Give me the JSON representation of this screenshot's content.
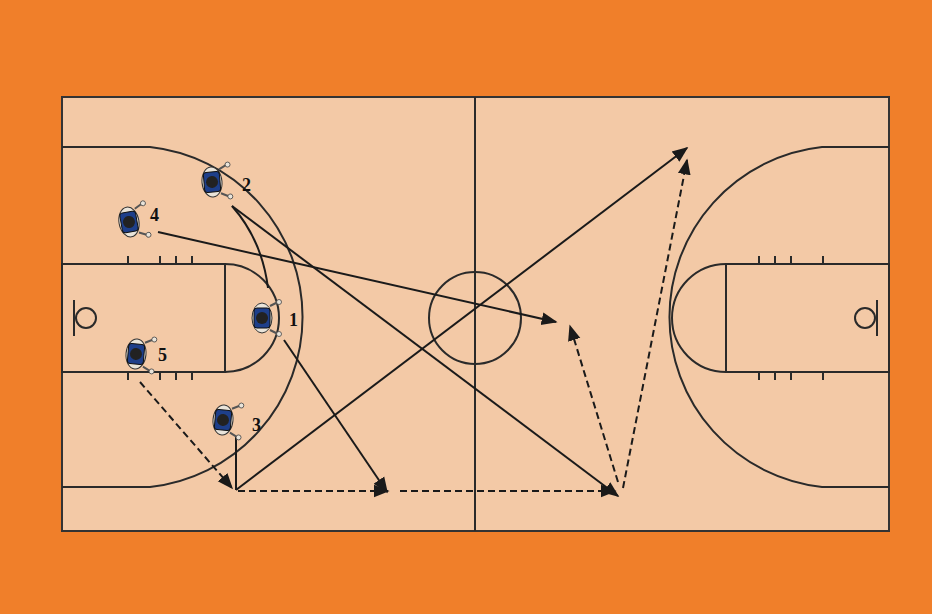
{
  "diagram": {
    "labels": [
      "2",
      "4",
      "1",
      "5",
      "3"
    ]
  }
}
